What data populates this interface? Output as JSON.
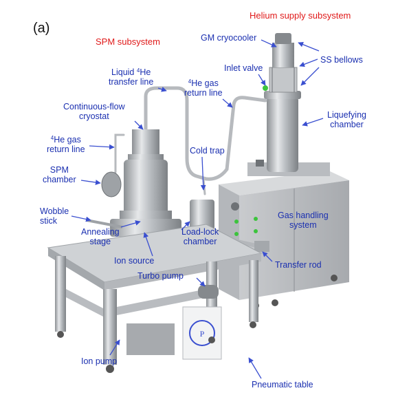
{
  "panel_label": "(a)",
  "colors": {
    "label": "#1a2fb0",
    "subsystem": "#e01a1a",
    "arrow": "#3a4fd0"
  },
  "subsystems": {
    "helium": "Helium supply subsystem",
    "spm": "SPM subsystem"
  },
  "labels": {
    "gm_cryocooler": "GM cryocooler",
    "ss_bellows": "SS bellows",
    "inlet_valve": "Inlet valve",
    "he_gas_return_line_right_sup": "4",
    "he_gas_return_line_right_1": "He gas",
    "he_gas_return_line_right_2": "return line",
    "liquefying_chamber_1": "Liquefying",
    "liquefying_chamber_2": "chamber",
    "liquid_he_transfer_1_pre": "Liquid ",
    "liquid_he_transfer_1_sup": "4",
    "liquid_he_transfer_1_post": "He",
    "liquid_he_transfer_2": "transfer line",
    "continuous_flow_1": "Continuous-flow",
    "continuous_flow_2": "cryostat",
    "he_gas_return_line_left_sup": "4",
    "he_gas_return_line_left_1": "He gas",
    "he_gas_return_line_left_2": "return line",
    "cold_trap": "Cold trap",
    "spm_chamber_1": "SPM",
    "spm_chamber_2": "chamber",
    "gas_handling_1": "Gas handling",
    "gas_handling_2": "system",
    "wobble_stick_1": "Wobble",
    "wobble_stick_2": "stick",
    "annealing_stage_1": "Annealing",
    "annealing_stage_2": "stage",
    "load_lock_1": "Load-lock",
    "load_lock_2": "chamber",
    "ion_source": "Ion source",
    "transfer_rod": "Transfer rod",
    "turbo_pump": "Turbo pump",
    "ion_pump": "Ion pump",
    "pneumatic_table": "Pneumatic table"
  }
}
